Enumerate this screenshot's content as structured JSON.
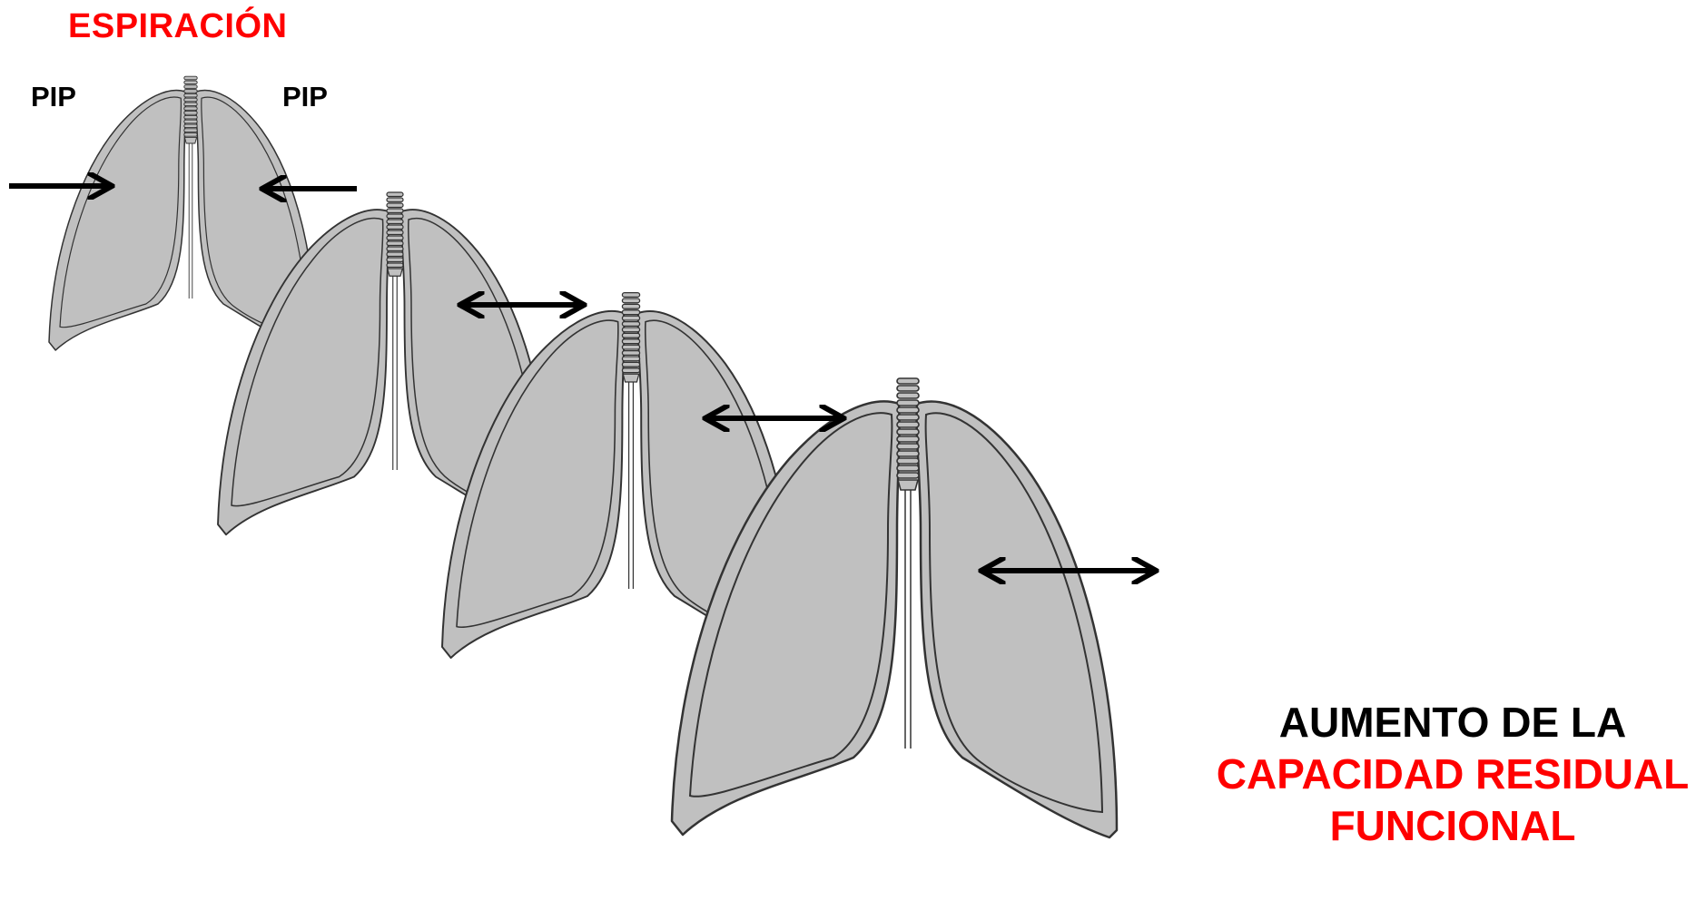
{
  "title": "ESPIRACIÓN",
  "pip_left": "PIP",
  "pip_right": "PIP",
  "result": {
    "line1": "AUMENTO DE LA",
    "line2": "CAPACIDAD RESIDUAL",
    "line3": "FUNCIONAL"
  },
  "colors": {
    "title": "#ff0000",
    "lung_fill": "#c0c0c0",
    "lung_outline": "#333333",
    "arrow": "#000000",
    "highlight": "#ff0000"
  }
}
